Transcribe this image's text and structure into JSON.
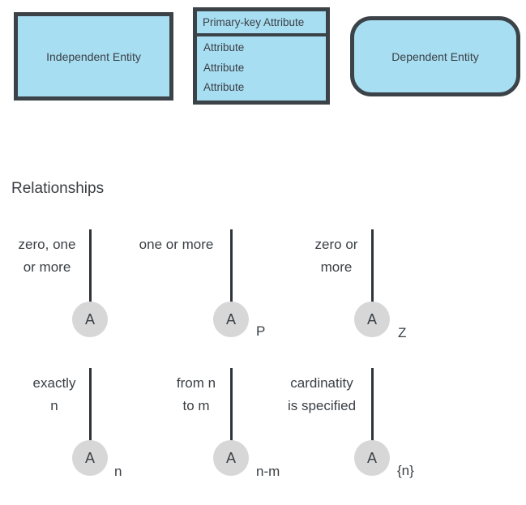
{
  "entities": {
    "independent": "Independent Entity",
    "dependent": "Dependent Entity",
    "attribute_table": {
      "header": "Primary-key Attribute",
      "rows": [
        "Attribute",
        "Attribute",
        "Attribute"
      ]
    }
  },
  "relationships": {
    "title": "Relationships",
    "items": [
      {
        "label_lines": [
          "zero, one",
          "or more"
        ],
        "circle": "A",
        "marker": ""
      },
      {
        "label_lines": [
          "one or more"
        ],
        "circle": "A",
        "marker": "P"
      },
      {
        "label_lines": [
          "zero or",
          "more"
        ],
        "circle": "A",
        "marker": "Z"
      },
      {
        "label_lines": [
          "exactly",
          "n"
        ],
        "circle": "A",
        "marker": "n"
      },
      {
        "label_lines": [
          "from n",
          "to m"
        ],
        "circle": "A",
        "marker": "n-m"
      },
      {
        "label_lines": [
          "cardinatity",
          "is specified"
        ],
        "circle": "A",
        "marker": "{n}"
      }
    ]
  },
  "colors": {
    "entity_fill": "#a8def2",
    "entity_border": "#3b4349",
    "circle_fill": "#d7d7d7",
    "text": "#3a3f44"
  }
}
